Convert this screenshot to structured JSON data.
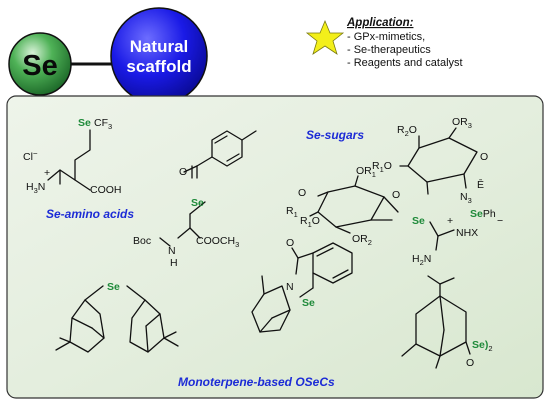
{
  "header": {
    "se_symbol": "Se",
    "scaffold_line1": "Natural",
    "scaffold_line2": "scaffold",
    "application_title": "Application:",
    "applications": [
      "- GPx-mimetics,",
      "- Se-therapeutics",
      "- Reagents and catalyst"
    ]
  },
  "colors": {
    "se_green": "#1f8a3a",
    "scaffold_blue": "#1a1ae6",
    "heading_blue": "#1c2bd6",
    "star_yellow": "#f3ef1a"
  },
  "categories": {
    "amino_acids": "Se-amino acids",
    "sugars": "Se-sugars",
    "monoterpenes": "Monoterpene-based OSeCs"
  },
  "atoms": {
    "secf3_se": "Se",
    "secf3_cf": "CF",
    "sub3": "3",
    "cl": "Cl",
    "minus": "−",
    "plus": "+",
    "h3n_h": "H",
    "h3n_n": "N",
    "cooh": "COOH",
    "se": "Se",
    "boc": "Boc",
    "n": "N",
    "h": "H",
    "cooch3": "COOCH",
    "r2o": "R",
    "sub2": "2",
    "o_letter": "O",
    "or3": "OR",
    "r1o": "R",
    "sub1": "1",
    "n3": "N",
    "seph_se": "Se",
    "seph_ph": "Ph",
    "or1": "OR",
    "o": "O",
    "or2": "OR",
    "nhx": "NHX",
    "h2n_h": "H",
    "h2n_n": "N",
    "se2_se": "Se)",
    "se2_sub": "2"
  }
}
